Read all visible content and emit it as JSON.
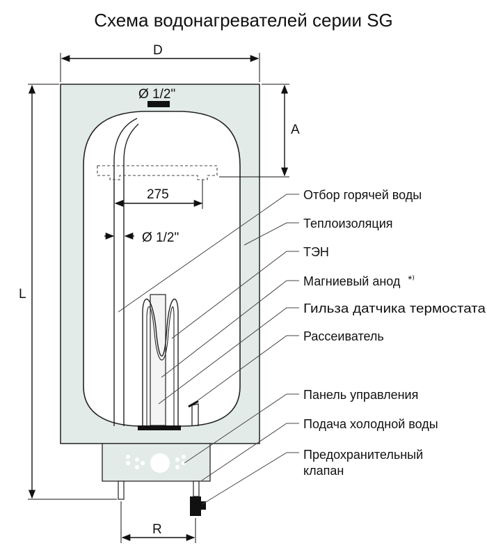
{
  "title": "Схема водонагревателей серии SG",
  "dimensions": {
    "D": "D",
    "A": "A",
    "L": "L",
    "R": "R",
    "dist_275": "275",
    "top_fitting": "Ø 1/2\"",
    "pipe_fitting": "Ø 1/2\""
  },
  "callouts": [
    {
      "id": "hot-water-outlet",
      "label": "Отбор горячей воды"
    },
    {
      "id": "insulation",
      "label": "Теплоизоляция"
    },
    {
      "id": "heating-element",
      "label": "ТЭН"
    },
    {
      "id": "magnesium-anode",
      "label": "Магниевый анод",
      "mark": "*⁾"
    },
    {
      "id": "thermostat-sleeve",
      "label": "Гильза датчика термостата"
    },
    {
      "id": "diffuser",
      "label": "Рассеиватель"
    },
    {
      "id": "control-panel",
      "label": "Панель управления"
    },
    {
      "id": "cold-water-inlet",
      "label": "Подача холодной воды"
    },
    {
      "id": "safety-valve",
      "label": "Предохранительный",
      "label_line2": "клапан"
    }
  ],
  "colors": {
    "casing_fill": "#e3ebe9",
    "tank_fill": "#ffffff",
    "line": "#222222",
    "leader": "#444444"
  }
}
